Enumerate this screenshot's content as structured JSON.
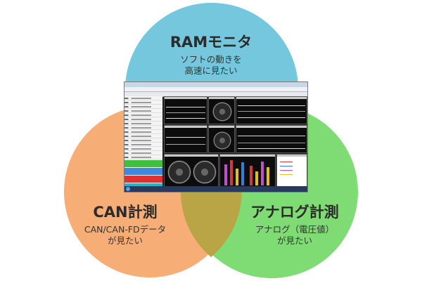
{
  "colors": {
    "ram": "#74c7dc",
    "can": "#f6ad76",
    "analog": "#7fdb73",
    "overlap": "#b9a446"
  },
  "ram": {
    "title": "RAMモニタ",
    "line1": "ソフトの動きを",
    "line2": "高速に見たい"
  },
  "can": {
    "title": "CAN計測",
    "line1": "CAN/CAN-FDデータ",
    "line2": "が見たい"
  },
  "analog": {
    "title": "アナログ計測",
    "line1": "アナログ（電圧値）",
    "line2": "が見たい"
  }
}
